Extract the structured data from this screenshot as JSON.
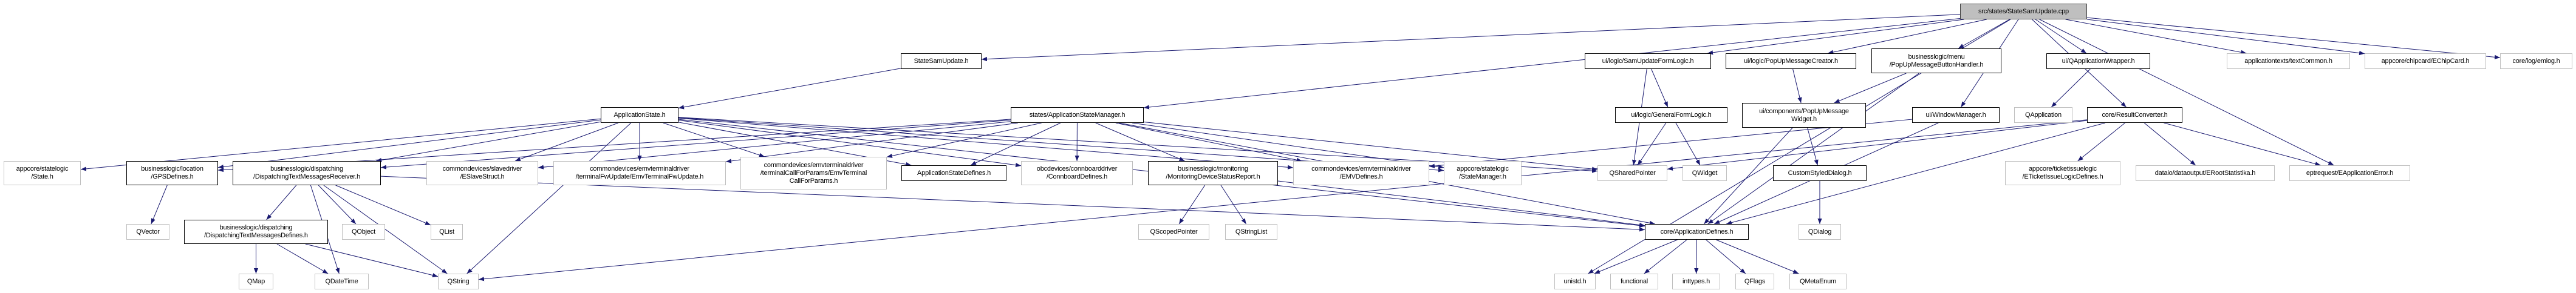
{
  "colors": {
    "edge": "#191970",
    "root_fill": "#bfbfbf",
    "documented_border": "#000000",
    "external_border": "#bfbfbf"
  },
  "nodes": [
    {
      "id": "root",
      "label": [
        "src/states/StateSamUpdate.cpp"
      ],
      "kind": "root"
    },
    {
      "id": "stateSamUpdateH",
      "label": [
        "StateSamUpdate.h"
      ],
      "kind": "documented"
    },
    {
      "id": "samUpdateFormLogic",
      "label": [
        "ui/logic/SamUpdateFormLogic.h"
      ],
      "kind": "documented"
    },
    {
      "id": "popUpMessageCreator",
      "label": [
        "ui/logic/PopUpMessageCreator.h"
      ],
      "kind": "documented"
    },
    {
      "id": "popUpButtonHandler",
      "label": [
        "businesslogic/menu",
        "/PopUpMessageButtonHandler.h"
      ],
      "kind": "documented"
    },
    {
      "id": "qAppWrapper",
      "label": [
        "ui/QApplicationWrapper.h"
      ],
      "kind": "documented"
    },
    {
      "id": "textCommon",
      "label": [
        "applicationtexts/textCommon.h"
      ],
      "kind": "external"
    },
    {
      "id": "eChipCard",
      "label": [
        "appcore/chipcard/EChipCard.h"
      ],
      "kind": "external"
    },
    {
      "id": "emlog",
      "label": [
        "core/log/emlog.h"
      ],
      "kind": "external"
    },
    {
      "id": "applicationState",
      "label": [
        "ApplicationState.h"
      ],
      "kind": "documented"
    },
    {
      "id": "appStateManager",
      "label": [
        "states/ApplicationStateManager.h"
      ],
      "kind": "documented"
    },
    {
      "id": "generalFormLogic",
      "label": [
        "ui/logic/GeneralFormLogic.h"
      ],
      "kind": "documented"
    },
    {
      "id": "popUpWidget",
      "label": [
        "ui/components/PopUpMessage",
        "Widget.h"
      ],
      "kind": "documented"
    },
    {
      "id": "windowManager",
      "label": [
        "ui/WindowManager.h"
      ],
      "kind": "documented"
    },
    {
      "id": "qApplication",
      "label": [
        "QApplication"
      ],
      "kind": "external"
    },
    {
      "id": "resultConverter",
      "label": [
        "core/ResultConverter.h"
      ],
      "kind": "documented"
    },
    {
      "id": "stateH",
      "label": [
        "appcore/statelogic",
        "/State.h"
      ],
      "kind": "external"
    },
    {
      "id": "gpsDefines",
      "label": [
        "businesslogic/location",
        "/GPSDefines.h"
      ],
      "kind": "documented"
    },
    {
      "id": "dispReceiver",
      "label": [
        "businesslogic/dispatching",
        "/DispatchingTextMessagesReceiver.h"
      ],
      "kind": "documented"
    },
    {
      "id": "eSlaveStruct",
      "label": [
        "commondevices/slavedriver",
        "/ESlaveStruct.h"
      ],
      "kind": "external"
    },
    {
      "id": "emvFwUpdate",
      "label": [
        "commondevices/emvterminaldriver",
        "/terminalFwUpdate/EmvTerminalFwUpdate.h"
      ],
      "kind": "external"
    },
    {
      "id": "emvCallForParams",
      "label": [
        "commondevices/emvterminaldriver",
        "/terminalCallForParams/EmvTerminal",
        "CallForParams.h"
      ],
      "kind": "external"
    },
    {
      "id": "appStateDefines",
      "label": [
        "ApplicationStateDefines.h"
      ],
      "kind": "documented"
    },
    {
      "id": "connboardDefines",
      "label": [
        "obcdevices/connboarddriver",
        "/ConnboardDefines.h"
      ],
      "kind": "external"
    },
    {
      "id": "monitoringReport",
      "label": [
        "businesslogic/monitoring",
        "/MonitoringDeviceStatusReport.h"
      ],
      "kind": "documented"
    },
    {
      "id": "emvDefines",
      "label": [
        "commondevices/emvterminaldriver",
        "/EMVDefines.h"
      ],
      "kind": "external"
    },
    {
      "id": "stateManager",
      "label": [
        "appcore/statelogic",
        "/StateManager.h"
      ],
      "kind": "external"
    },
    {
      "id": "qSharedPointer",
      "label": [
        "QSharedPointer"
      ],
      "kind": "external"
    },
    {
      "id": "qWidget",
      "label": [
        "QWidget"
      ],
      "kind": "external"
    },
    {
      "id": "customStyledDialog",
      "label": [
        "CustomStyledDialog.h"
      ],
      "kind": "documented"
    },
    {
      "id": "eTicketIssue",
      "label": [
        "appcore/ticketissuelogic",
        "/ETicketIssueLogicDefines.h"
      ],
      "kind": "external"
    },
    {
      "id": "eRootStatistika",
      "label": [
        "dataio/dataoutput/ERootStatistika.h"
      ],
      "kind": "external"
    },
    {
      "id": "eAppError",
      "label": [
        "eptrequest/EApplicationError.h"
      ],
      "kind": "external"
    },
    {
      "id": "qVector",
      "label": [
        "QVector"
      ],
      "kind": "external"
    },
    {
      "id": "dispDefines",
      "label": [
        "businesslogic/dispatching",
        "/DispatchingTextMessagesDefines.h"
      ],
      "kind": "documented"
    },
    {
      "id": "qObject",
      "label": [
        "QObject"
      ],
      "kind": "external"
    },
    {
      "id": "qList",
      "label": [
        "QList"
      ],
      "kind": "external"
    },
    {
      "id": "qScopedPointer",
      "label": [
        "QScopedPointer"
      ],
      "kind": "external"
    },
    {
      "id": "qStringList",
      "label": [
        "QStringList"
      ],
      "kind": "external"
    },
    {
      "id": "appDefines",
      "label": [
        "core/ApplicationDefines.h"
      ],
      "kind": "documented"
    },
    {
      "id": "qDialog",
      "label": [
        "QDialog"
      ],
      "kind": "external"
    },
    {
      "id": "qMap",
      "label": [
        "QMap"
      ],
      "kind": "external"
    },
    {
      "id": "qDateTime",
      "label": [
        "QDateTime"
      ],
      "kind": "external"
    },
    {
      "id": "qString",
      "label": [
        "QString"
      ],
      "kind": "external"
    },
    {
      "id": "unistd",
      "label": [
        "unistd.h"
      ],
      "kind": "external"
    },
    {
      "id": "functional",
      "label": [
        "functional"
      ],
      "kind": "external"
    },
    {
      "id": "inttypes",
      "label": [
        "inttypes.h"
      ],
      "kind": "external"
    },
    {
      "id": "qFlags",
      "label": [
        "QFlags"
      ],
      "kind": "external"
    },
    {
      "id": "qMetaEnum",
      "label": [
        "QMetaEnum"
      ],
      "kind": "external"
    }
  ],
  "edges": [
    [
      "root",
      "stateSamUpdateH"
    ],
    [
      "root",
      "samUpdateFormLogic"
    ],
    [
      "root",
      "popUpMessageCreator"
    ],
    [
      "root",
      "popUpButtonHandler"
    ],
    [
      "root",
      "windowManager"
    ],
    [
      "root",
      "qAppWrapper"
    ],
    [
      "root",
      "resultConverter"
    ],
    [
      "root",
      "textCommon"
    ],
    [
      "root",
      "eChipCard"
    ],
    [
      "root",
      "emlog"
    ],
    [
      "root",
      "eAppError"
    ],
    [
      "root",
      "unistd"
    ],
    [
      "root",
      "appStateManager"
    ],
    [
      "stateSamUpdateH",
      "applicationState"
    ],
    [
      "applicationState",
      "stateH"
    ],
    [
      "applicationState",
      "gpsDefines"
    ],
    [
      "applicationState",
      "dispReceiver"
    ],
    [
      "applicationState",
      "eSlaveStruct"
    ],
    [
      "applicationState",
      "emvFwUpdate"
    ],
    [
      "applicationState",
      "emvCallForParams"
    ],
    [
      "applicationState",
      "appStateDefines"
    ],
    [
      "applicationState",
      "connboardDefines"
    ],
    [
      "applicationState",
      "emvDefines"
    ],
    [
      "applicationState",
      "stateManager"
    ],
    [
      "applicationState",
      "qSharedPointer"
    ],
    [
      "applicationState",
      "appDefines"
    ],
    [
      "applicationState",
      "qString"
    ],
    [
      "appStateManager",
      "gpsDefines"
    ],
    [
      "appStateManager",
      "dispReceiver"
    ],
    [
      "appStateManager",
      "eSlaveStruct"
    ],
    [
      "appStateManager",
      "emvFwUpdate"
    ],
    [
      "appStateManager",
      "emvCallForParams"
    ],
    [
      "appStateManager",
      "appStateDefines"
    ],
    [
      "appStateManager",
      "connboardDefines"
    ],
    [
      "appStateManager",
      "monitoringReport"
    ],
    [
      "appStateManager",
      "emvDefines"
    ],
    [
      "appStateManager",
      "stateManager"
    ],
    [
      "appStateManager",
      "qSharedPointer"
    ],
    [
      "appStateManager",
      "appDefines"
    ],
    [
      "dispReceiver",
      "dispDefines"
    ],
    [
      "dispReceiver",
      "qObject"
    ],
    [
      "dispReceiver",
      "qList"
    ],
    [
      "dispReceiver",
      "qDateTime"
    ],
    [
      "dispReceiver",
      "qString"
    ],
    [
      "dispReceiver",
      "appDefines"
    ],
    [
      "dispDefines",
      "qMap"
    ],
    [
      "dispDefines",
      "qDateTime"
    ],
    [
      "dispDefines",
      "qString"
    ],
    [
      "gpsDefines",
      "qVector"
    ],
    [
      "monitoringReport",
      "qScopedPointer"
    ],
    [
      "monitoringReport",
      "qStringList"
    ],
    [
      "monitoringReport",
      "appDefines"
    ],
    [
      "samUpdateFormLogic",
      "qSharedPointer"
    ],
    [
      "samUpdateFormLogic",
      "generalFormLogic"
    ],
    [
      "generalFormLogic",
      "qSharedPointer"
    ],
    [
      "generalFormLogic",
      "qWidget"
    ],
    [
      "popUpMessageCreator",
      "popUpWidget"
    ],
    [
      "popUpButtonHandler",
      "popUpWidget"
    ],
    [
      "popUpButtonHandler",
      "appDefines"
    ],
    [
      "popUpWidget",
      "appDefines"
    ],
    [
      "popUpWidget",
      "customStyledDialog"
    ],
    [
      "customStyledDialog",
      "qDialog"
    ],
    [
      "windowManager",
      "appDefines"
    ],
    [
      "windowManager",
      "emvDefines"
    ],
    [
      "qAppWrapper",
      "qApplication"
    ],
    [
      "resultConverter",
      "qSharedPointer"
    ],
    [
      "resultConverter",
      "eTicketIssue"
    ],
    [
      "resultConverter",
      "eRootStatistika"
    ],
    [
      "resultConverter",
      "eAppError"
    ],
    [
      "resultConverter",
      "appDefines"
    ],
    [
      "resultConverter",
      "qString"
    ],
    [
      "appDefines",
      "unistd"
    ],
    [
      "appDefines",
      "functional"
    ],
    [
      "appDefines",
      "inttypes"
    ],
    [
      "appDefines",
      "qFlags"
    ],
    [
      "appDefines",
      "qMetaEnum"
    ]
  ]
}
